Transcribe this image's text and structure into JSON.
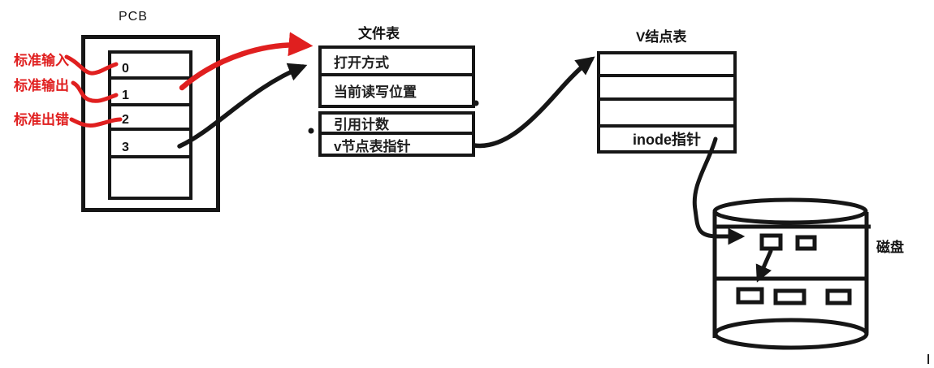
{
  "colors": {
    "ink": "#161616",
    "red": "#e01f1f"
  },
  "pcb": {
    "title": "PCB",
    "fd_rows": [
      "0",
      "1",
      "2",
      "3",
      ""
    ],
    "annotations": [
      {
        "label": "标准输入"
      },
      {
        "label": "标准输出"
      },
      {
        "label": "标准出错"
      }
    ]
  },
  "file_table": {
    "title": "文件表",
    "rows": [
      "打开方式",
      "当前读写位置",
      "引用计数",
      "v节点表指针"
    ]
  },
  "vnode_table": {
    "title": "V结点表",
    "rows": [
      "",
      "",
      "",
      "inode指针"
    ]
  },
  "disk": {
    "label": "磁盘"
  }
}
